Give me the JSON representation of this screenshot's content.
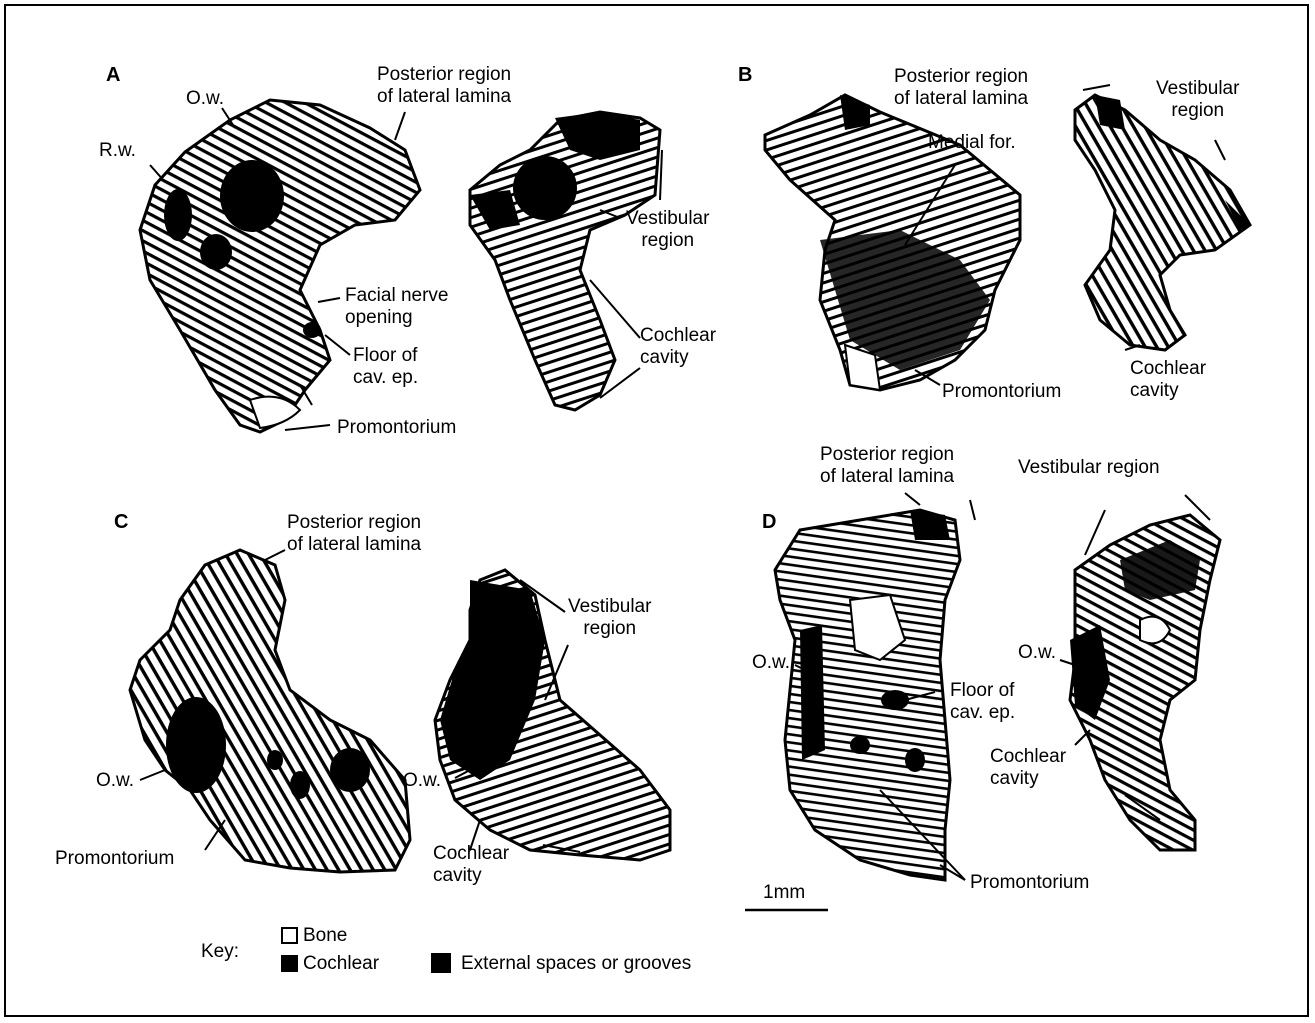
{
  "panels": {
    "A": {
      "letter": "A",
      "labels": {
        "ow": "O.w.",
        "rw": "R.w.",
        "posterior": "Posterior region\nof lateral lamina",
        "vestibular": "Vestibular\nregion",
        "facial": "Facial nerve\nopening",
        "floor": "Floor of\ncav. ep.",
        "promontorium": "Promontorium",
        "cochlear": "Cochlear\ncavity"
      }
    },
    "B": {
      "letter": "B",
      "labels": {
        "posterior": "Posterior region\nof lateral lamina",
        "vestibular": "Vestibular\nregion",
        "medial": "Medial for.",
        "promontorium": "Promontorium",
        "cochlear": "Cochlear\ncavity"
      }
    },
    "C": {
      "letter": "C",
      "labels": {
        "posterior": "Posterior region\nof lateral lamina",
        "vestibular": "Vestibular\nregion",
        "ow_left": "O.w.",
        "ow_right": "O.w.",
        "promontorium": "Promontorium",
        "cochlear": "Cochlear\ncavity"
      }
    },
    "D": {
      "letter": "D",
      "labels": {
        "posterior": "Posterior region\nof lateral lamina",
        "vestibular": "Vestibular region",
        "ow_left": "O.w.",
        "ow_right": "O.w.",
        "floor": "Floor of\ncav. ep.",
        "cochlear": "Cochlear\ncavity",
        "promontorium": "Promontorium"
      }
    }
  },
  "scale_bar": "1mm",
  "key": {
    "title": "Key:",
    "bone": "Bone",
    "cochlear": "Cochlear",
    "external": "External spaces or grooves"
  }
}
